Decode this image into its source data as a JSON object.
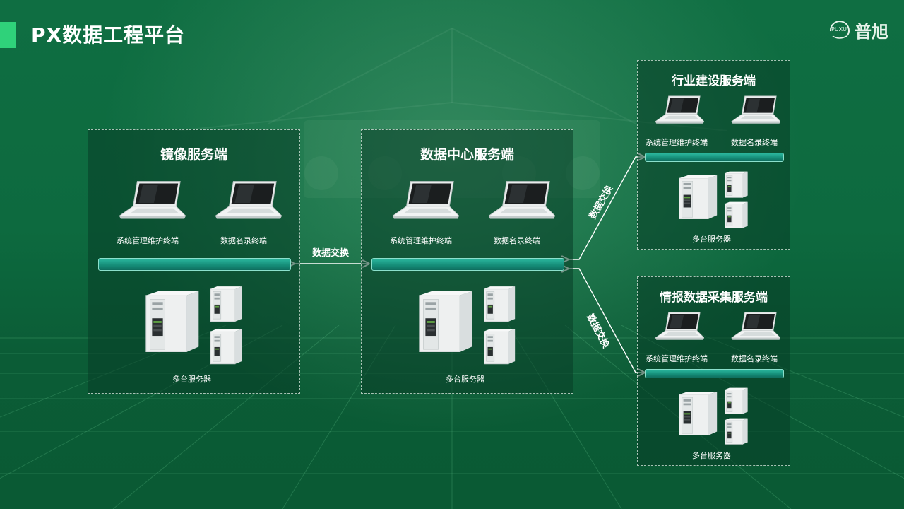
{
  "header": {
    "title": "PX数据工程平台"
  },
  "logo": {
    "en": "PUXU",
    "cn": "普旭"
  },
  "panels": {
    "mirror": {
      "title": "镜像服务端",
      "terminal1": "系统管理维护终端",
      "terminal2": "数据名录终端",
      "servers": "多台服务器"
    },
    "center": {
      "title": "数据中心服务端",
      "terminal1": "系统管理维护终端",
      "terminal2": "数据名录终端",
      "servers": "多台服务器"
    },
    "industry": {
      "title": "行业建设服务端",
      "terminal1": "系统管理维护终端",
      "terminal2": "数据名录终端",
      "servers": "多台服务器"
    },
    "intel": {
      "title": "情报数据采集服务端",
      "terminal1": "系统管理维护终端",
      "terminal2": "数据名录终端",
      "servers": "多台服务器"
    }
  },
  "links": {
    "mirror_center": "数据交换",
    "center_industry": "数据交换",
    "center_intel": "数据交换"
  },
  "colors": {
    "accent": "#2fd27a",
    "bus": "#1aa08a",
    "background": "#0d6a3f"
  }
}
